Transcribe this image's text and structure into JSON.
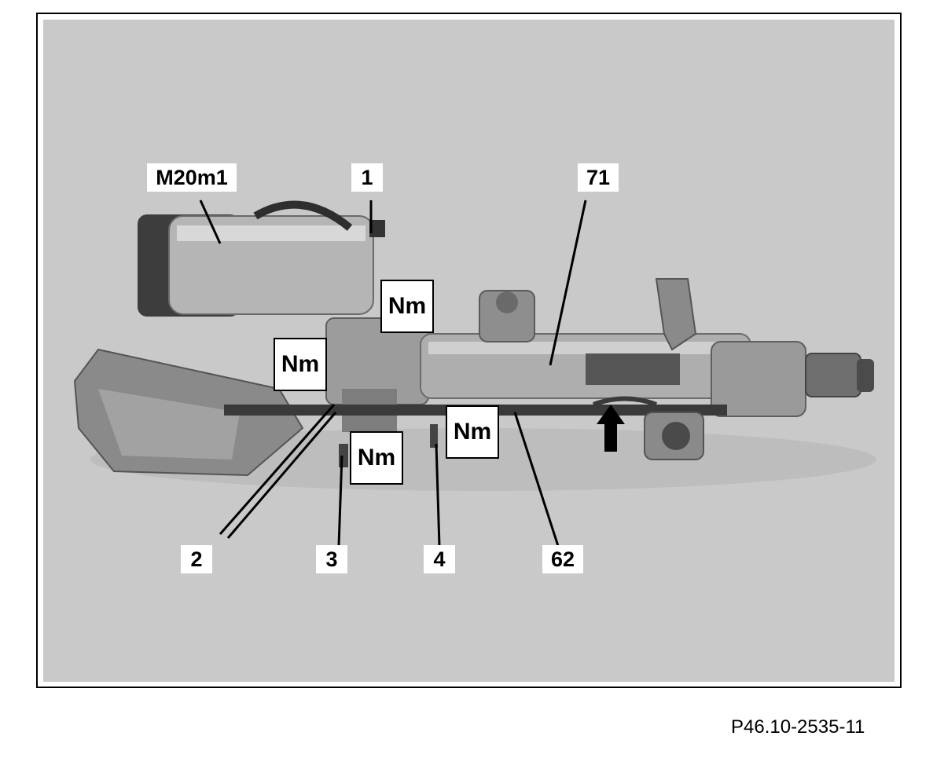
{
  "labels": {
    "m20m1": "M20m1",
    "l1": "1",
    "l71": "71",
    "l2": "2",
    "l3": "3",
    "l4": "4",
    "l62": "62"
  },
  "torque_markers": [
    "Nm",
    "Nm",
    "Nm",
    "Nm"
  ],
  "figure_id": "P46.10-2535-11"
}
